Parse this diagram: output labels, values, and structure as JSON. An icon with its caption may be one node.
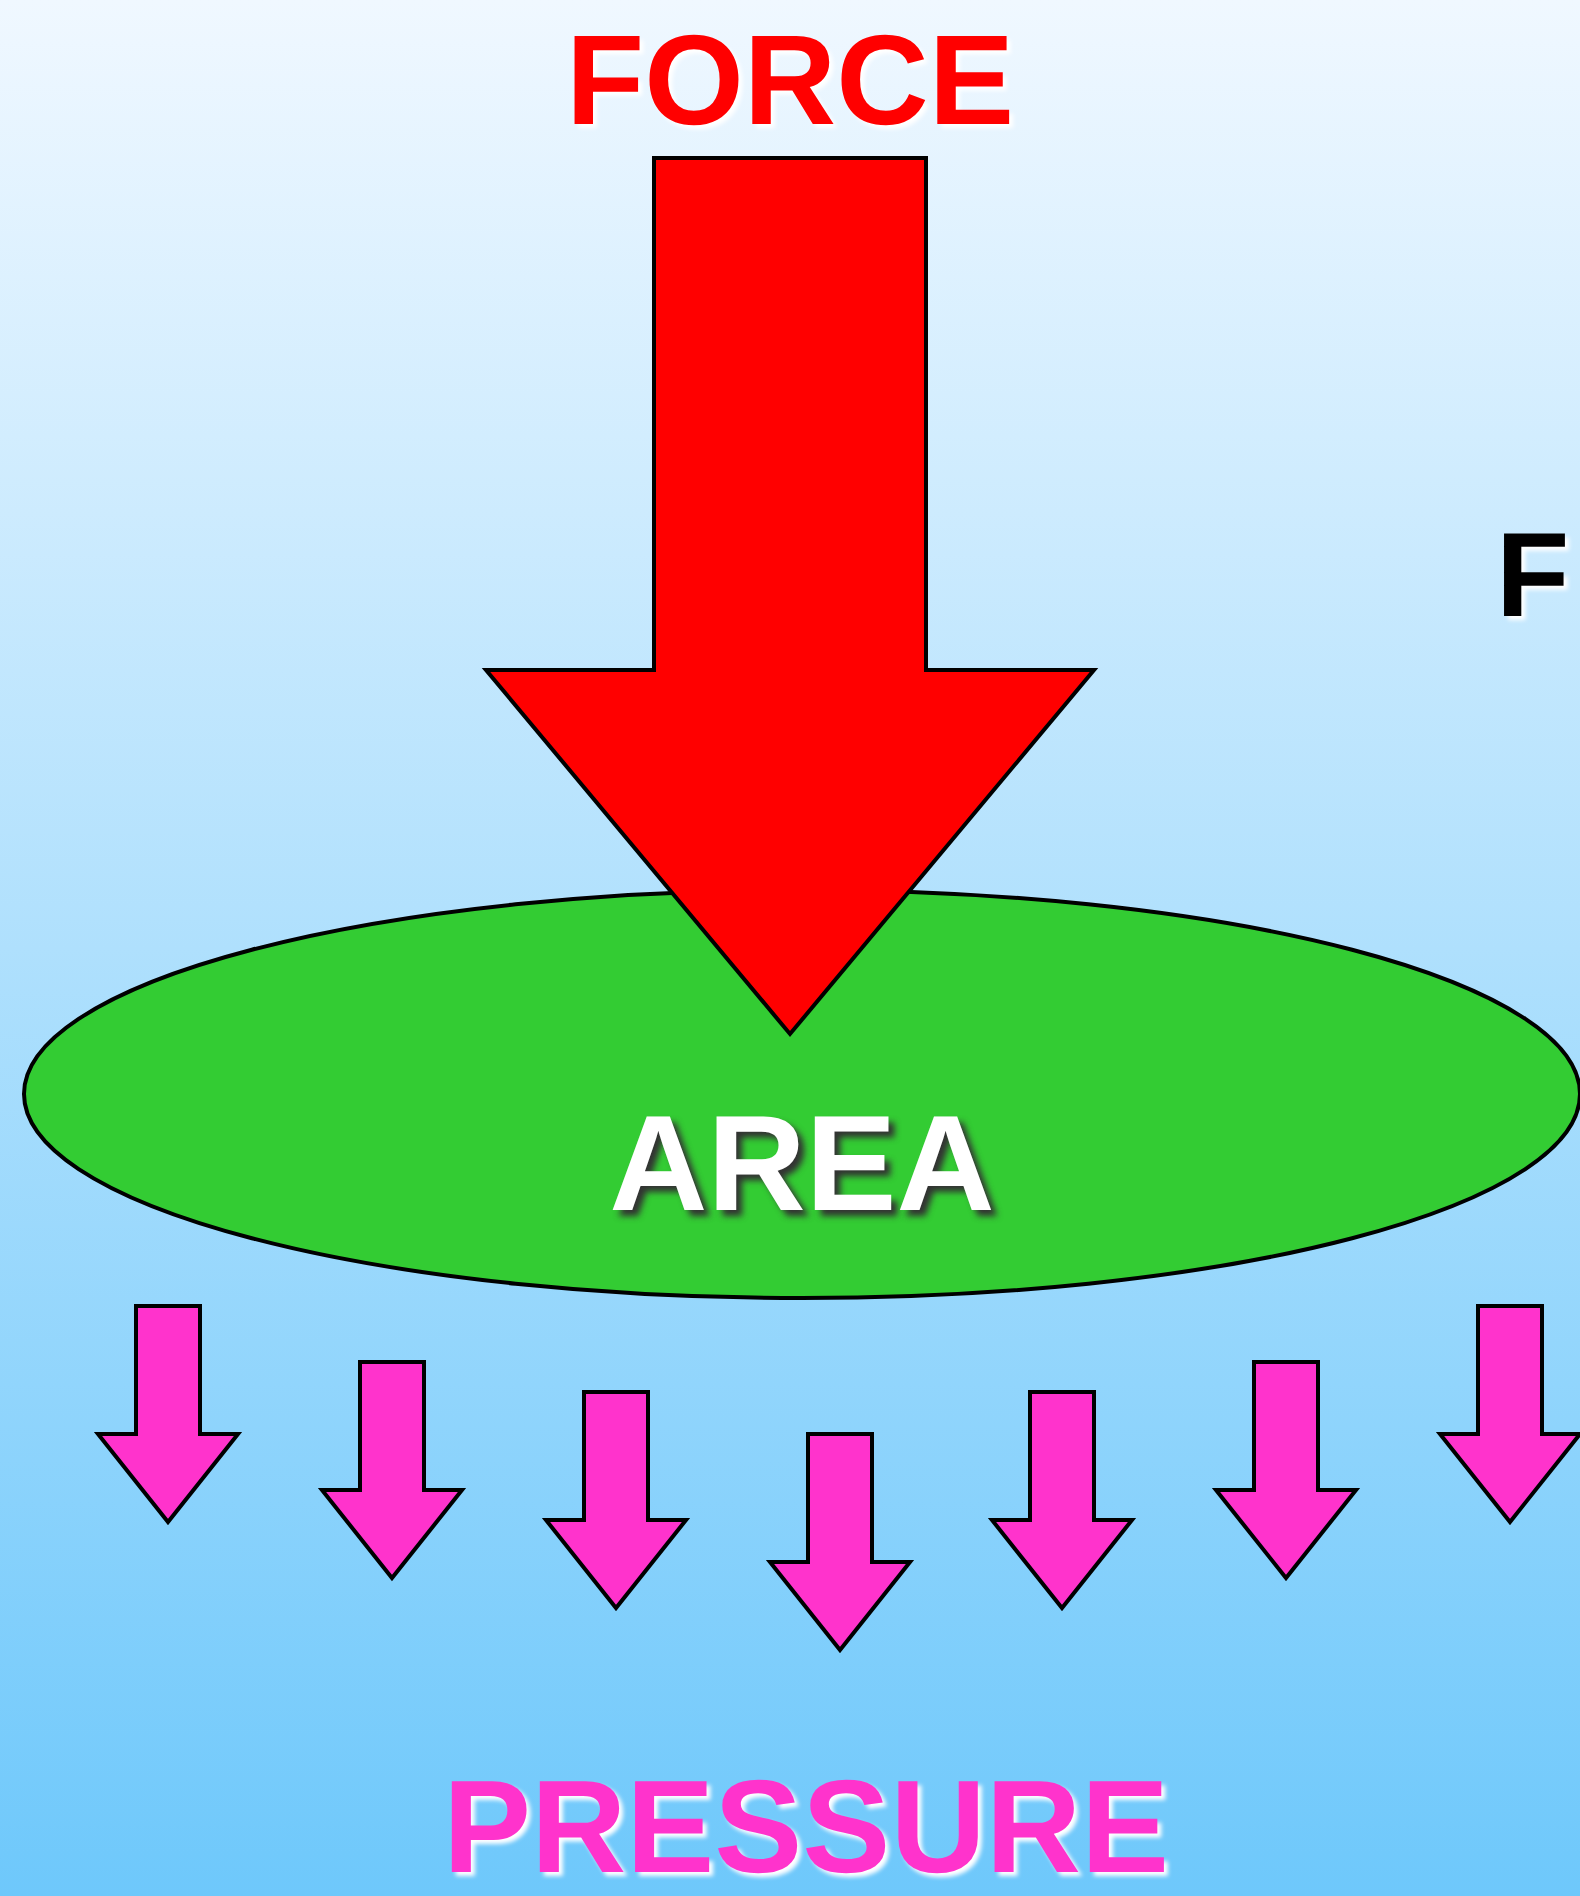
{
  "diagram": {
    "nodes": [
      {
        "text": [
          "FORCE"
        ]
      },
      {
        "text": [
          "AREA"
        ]
      }
    ],
    "edges": [
      {
        "from": 0,
        "to": 1,
        "arrow": "to",
        "style": "thick",
        "color": "#ff0000"
      }
    ],
    "labels": [
      "F",
      "PRESSURE"
    ]
  }
}
